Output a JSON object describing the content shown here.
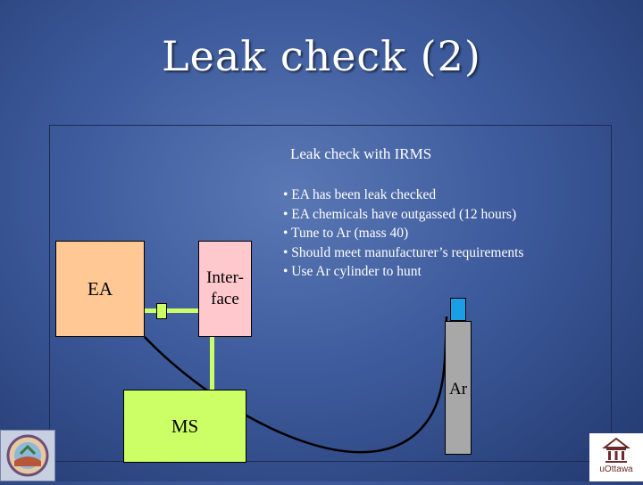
{
  "slide": {
    "title": "Leak check (2)",
    "subtitle": "Leak check with IRMS",
    "bullets": [
      "• EA has been leak checked",
      "• EA chemicals have outgassed (12 hours)",
      "• Tune to Ar (mass 40)",
      "• Should meet manufacturer’s requirements",
      "• Use Ar cylinder to hunt"
    ]
  },
  "diagram": {
    "ea_label": "EA",
    "interface_label_line1": "Inter-",
    "interface_label_line2": "face",
    "ms_label": "MS",
    "cylinder_label": "Ar"
  },
  "footer": {
    "right_logo_text": "uOttawa"
  },
  "colors": {
    "ea_fill": "#ffc894",
    "interface_fill": "#ffc8cc",
    "ms_fill": "#ccff66",
    "cylinder_fill": "#a8a8a8",
    "valve_fill": "#1a9ee6"
  }
}
